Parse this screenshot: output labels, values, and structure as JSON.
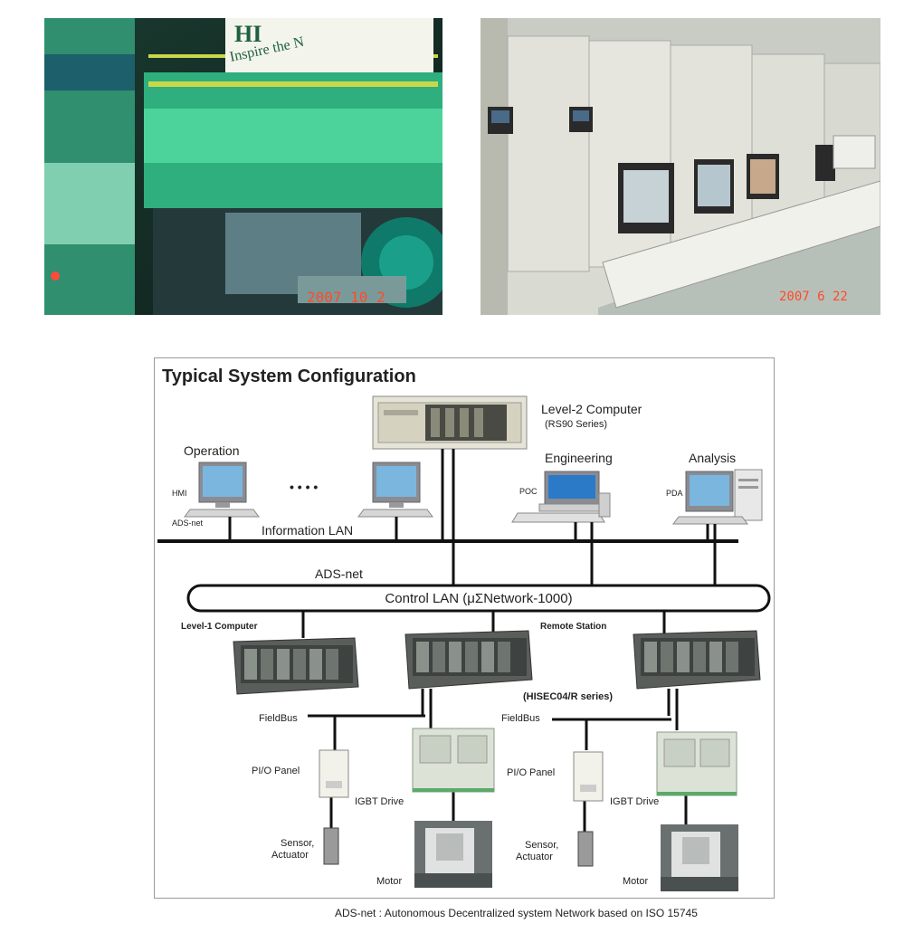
{
  "photos": {
    "left": {
      "banner_text": "HI",
      "banner_subtext": "Inspire the N",
      "date_stamp": "2007 10 2"
    },
    "right": {
      "date_stamp": "2007 6 22"
    }
  },
  "diagram": {
    "title": "Typical System Configuration",
    "level2": {
      "name": "Level-2 Computer",
      "series": "(RS90 Series)"
    },
    "groups": {
      "operation": "Operation",
      "engineering": "Engineering",
      "analysis": "Analysis"
    },
    "terminals": {
      "hmi": "HMI",
      "poc": "POC",
      "pda": "PDA",
      "ellipsis": "• • • •"
    },
    "networks": {
      "ads_left": "ADS-net",
      "information_lan": "Information LAN",
      "ads_net": "ADS-net",
      "control_lan": "Control LAN (μΣNetwork-1000)"
    },
    "controllers": {
      "level1": "Level-1 Computer",
      "remote": "Remote Station",
      "series": "(HISEC04/R series)"
    },
    "field": {
      "fieldbus_left": "FieldBus",
      "fieldbus_right": "FieldBus",
      "pio_left": "PI/O Panel",
      "pio_right": "PI/O Panel",
      "igbt_left": "IGBT Drive",
      "igbt_right": "IGBT Drive",
      "sensor_left": "Sensor,",
      "actuator_left": "Actuator",
      "sensor_right": "Sensor,",
      "actuator_right": "Actuator",
      "motor_left": "Motor",
      "motor_right": "Motor"
    },
    "footnote": "ADS-net : Autonomous Decentralized system Network based on ISO 15745"
  }
}
